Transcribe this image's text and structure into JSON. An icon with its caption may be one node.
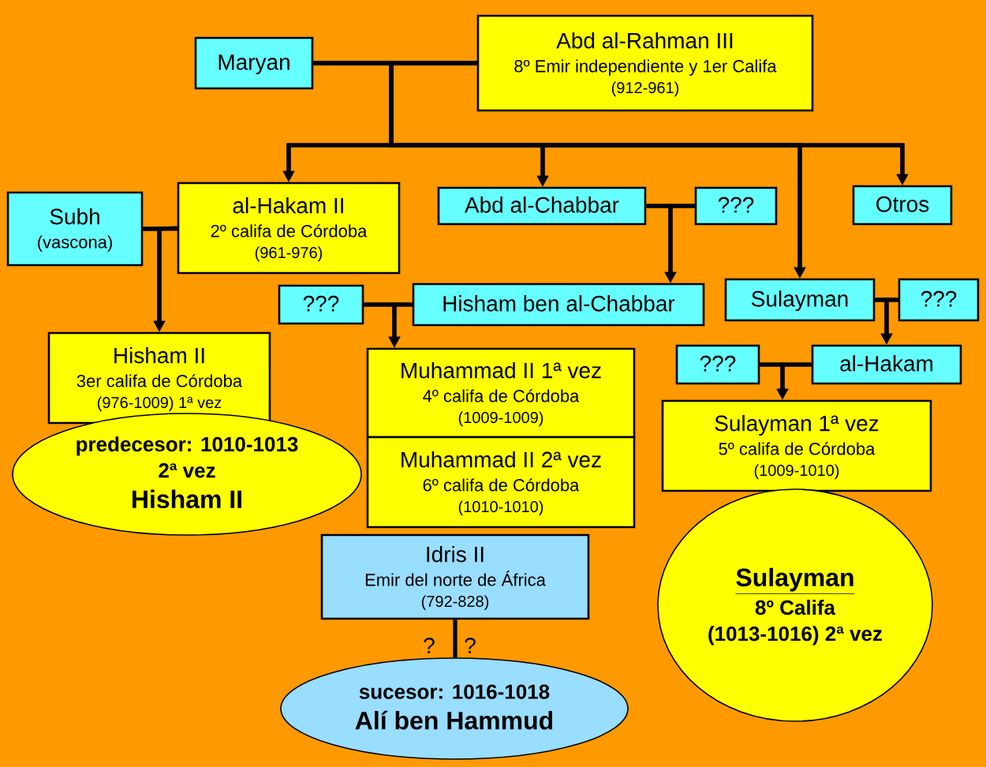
{
  "diagram": {
    "nodes": [
      {
        "text": [
          "Maryan"
        ]
      },
      {
        "text": [
          "Abd al-Rahman III",
          "8º Emir independiente y 1er Califa",
          "(912-961)"
        ]
      },
      {
        "text": [
          "Subh",
          "(vascona)"
        ]
      },
      {
        "text": [
          "al-Hakam II",
          "2º califa de Córdoba",
          "(961-976)"
        ]
      },
      {
        "text": [
          "Abd al-Chabbar"
        ]
      },
      {
        "text": [
          "???"
        ]
      },
      {
        "text": [
          "Otros"
        ]
      },
      {
        "text": [
          "???"
        ]
      },
      {
        "text": [
          "Hisham ben al-Chabbar"
        ]
      },
      {
        "text": [
          "Sulayman"
        ]
      },
      {
        "text": [
          "???"
        ]
      },
      {
        "text": [
          "Hisham II",
          "3er califa de Córdoba",
          "(976-1009) 1ª vez"
        ]
      },
      {
        "text": [
          "Muhammad II 1ª vez",
          "4º califa de Córdoba",
          "(1009-1009)"
        ]
      },
      {
        "text": [
          "Muhammad II 2ª vez",
          "6º califa de Córdoba",
          "(1010-1010)"
        ]
      },
      {
        "text": [
          "???"
        ]
      },
      {
        "text": [
          "al-Hakam"
        ]
      },
      {
        "text": [
          "Sulayman 1ª vez",
          "5º califa de Córdoba",
          "(1009-1010)"
        ]
      },
      {
        "text": [
          "predecesor: 1010-1013",
          "2ª vez",
          "Hisham II"
        ]
      },
      {
        "text": [
          "Idris II",
          "Emir del norte de África",
          "(792-828)"
        ]
      },
      {
        "text": [
          "Sulayman",
          "8º Califa",
          "(1013-1016) 2ª vez"
        ]
      },
      {
        "text": [
          "sucesor: 1016-1018",
          "Alí ben Hammud"
        ]
      }
    ],
    "edges": [
      {
        "from": 0,
        "to": 1,
        "arrow": "none"
      },
      {
        "from": 0,
        "to": 3,
        "arrow": "to"
      },
      {
        "from": 1,
        "to": 3,
        "arrow": "to"
      },
      {
        "from": 0,
        "to": 4,
        "arrow": "to"
      },
      {
        "from": 1,
        "to": 4,
        "arrow": "to"
      },
      {
        "from": 0,
        "to": 6,
        "arrow": "to"
      },
      {
        "from": 1,
        "to": 6,
        "arrow": "to"
      },
      {
        "from": 0,
        "to": 9,
        "arrow": "to"
      },
      {
        "from": 1,
        "to": 9,
        "arrow": "to"
      },
      {
        "from": 2,
        "to": 3,
        "arrow": "none"
      },
      {
        "from": 2,
        "to": 11,
        "arrow": "to"
      },
      {
        "from": 3,
        "to": 11,
        "arrow": "to"
      },
      {
        "from": 4,
        "to": 5,
        "arrow": "none"
      },
      {
        "from": 4,
        "to": 8,
        "arrow": "to"
      },
      {
        "from": 5,
        "to": 8,
        "arrow": "to"
      },
      {
        "from": 7,
        "to": 8,
        "arrow": "none"
      },
      {
        "from": 7,
        "to": 12,
        "arrow": "to"
      },
      {
        "from": 8,
        "to": 12,
        "arrow": "to"
      },
      {
        "from": 9,
        "to": 10,
        "arrow": "none"
      },
      {
        "from": 9,
        "to": 15,
        "arrow": "to"
      },
      {
        "from": 10,
        "to": 15,
        "arrow": "to"
      },
      {
        "from": 14,
        "to": 15,
        "arrow": "none"
      },
      {
        "from": 14,
        "to": 16,
        "arrow": "to"
      },
      {
        "from": 15,
        "to": 16,
        "arrow": "to"
      },
      {
        "from": 18,
        "to": 20,
        "arrow": "none"
      }
    ],
    "labels": [
      "?",
      "?"
    ]
  }
}
